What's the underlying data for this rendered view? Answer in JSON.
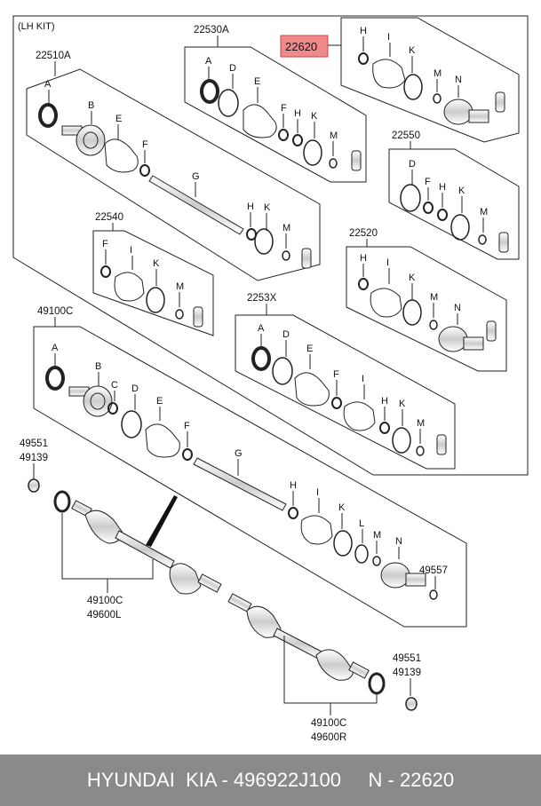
{
  "kit_label": "(LH KIT)",
  "part_numbers": {
    "p22510A": "22510A",
    "p22530A": "22530A",
    "p22620": "22620",
    "p22550": "22550",
    "p22540": "22540",
    "p22520": "22520",
    "p2253X": "2253X",
    "p49100C_top": "49100C",
    "p49551_a": "49551",
    "p49139_a": "49139",
    "p49557": "49557",
    "p49100C_left": "49100C",
    "p49600L": "49600L",
    "p49551_b": "49551",
    "p49139_b": "49139",
    "p49100C_right": "49100C",
    "p49600R": "49600R"
  },
  "highlight_color": "#f08a8a",
  "letters": {
    "A": "A",
    "B": "B",
    "C": "C",
    "D": "D",
    "E": "E",
    "F": "F",
    "G": "G",
    "H": "H",
    "I": "I",
    "K": "K",
    "L": "L",
    "M": "M",
    "N": "N"
  },
  "footer": {
    "text": "HYUNDAI  KIA - 496922J100     N - 22620"
  }
}
